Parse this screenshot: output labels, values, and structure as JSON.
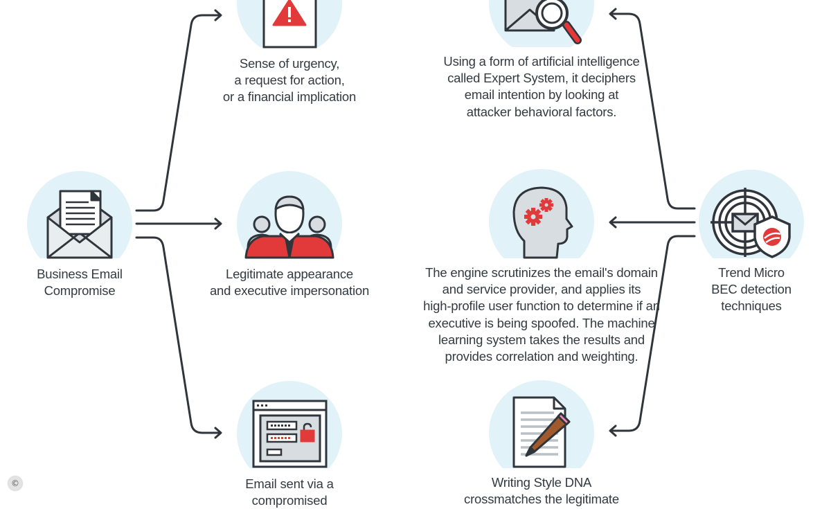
{
  "source": {
    "label_lines": [
      "Business Email",
      "Compromise"
    ]
  },
  "characteristics": [
    {
      "label_lines": [
        "Sense of urgency,",
        "a request for action,",
        "or a financial implication"
      ],
      "icon": "warning-document-icon"
    },
    {
      "label_lines": [
        "Legitimate appearance",
        "and executive impersonation"
      ],
      "icon": "executive-group-icon"
    },
    {
      "label_lines": [
        "Email sent via a",
        "compromised"
      ],
      "icon": "login-window-lock-icon"
    }
  ],
  "techniques": [
    {
      "label_lines": [
        "Using a form of artificial intelligence",
        "called Expert System, it deciphers",
        "email intention by looking at",
        "attacker behavioral factors."
      ],
      "icon": "email-magnifier-icon"
    },
    {
      "label_lines": [
        "The engine scrutinizes the email's domain",
        "and service provider, and applies its",
        "high-profile user function to determine if an",
        "executive is being spoofed. The machine",
        "learning system takes the results and",
        "provides correlation and weighting."
      ],
      "icon": "brain-gears-icon"
    },
    {
      "label_lines": [
        "Writing Style DNA",
        "crossmatches the legitimate"
      ],
      "icon": "document-pencil-icon"
    }
  ],
  "detector": {
    "label_lines": [
      "Trend Micro",
      "BEC detection",
      "techniques"
    ],
    "icon": "target-shield-icon"
  },
  "copyright_symbol": "©",
  "colors": {
    "circle": "#e1f2f9",
    "stroke": "#2f353b",
    "accent_red": "#e23a3a",
    "gray_fill": "#d7dde0",
    "text": "#333a40",
    "pencil": "#a05a2c",
    "eraser": "#f08ab8"
  }
}
